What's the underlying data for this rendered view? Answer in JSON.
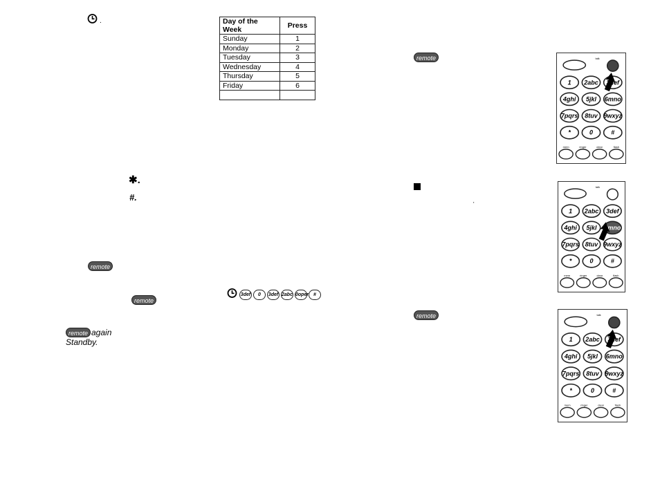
{
  "left": {
    "clock_icon": "clock-icon",
    "star_glyph": "✱.",
    "hash_glyph": "#.",
    "remote_label": "remote",
    "again_text": "again",
    "standby_text": "Standby."
  },
  "table": {
    "headers": [
      "Day of the Week",
      "Press"
    ],
    "rows": [
      [
        "Sunday",
        "1"
      ],
      [
        "Monday",
        "2"
      ],
      [
        "Tuesday",
        "3"
      ],
      [
        "Wednesday",
        "4"
      ],
      [
        "Thursday",
        "5"
      ],
      [
        "Friday",
        "6"
      ],
      [
        "",
        ""
      ]
    ]
  },
  "sequence": {
    "keys": [
      "3def",
      "0",
      "3def",
      "2abc",
      "0oper",
      "#"
    ]
  },
  "keypad": {
    "keys": [
      "1",
      "2abc",
      "3def",
      "4ghi",
      "5jkl",
      "6mno",
      "7pqrs",
      "8tuv",
      "9wxyz",
      "*",
      "0",
      "#"
    ],
    "bottom_keys": [
      "mem",
      "ringer",
      "clear",
      "flash"
    ],
    "top_label": "talk"
  },
  "colors": {
    "pill": "#555555",
    "ink": "#000000"
  }
}
